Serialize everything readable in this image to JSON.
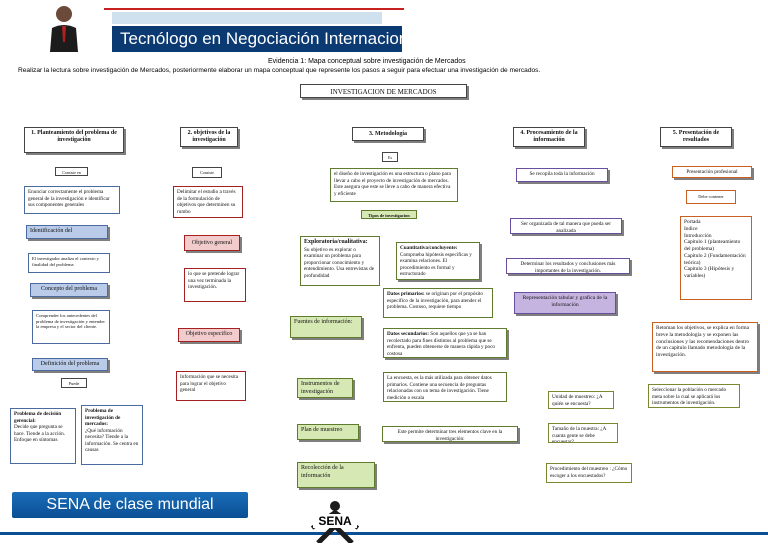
{
  "banner": {
    "title": "Tecnólogo en Negociación Internacional"
  },
  "header": {
    "evidence": "Evidencia 1: Mapa conceptual sobre investigación de Mercados",
    "instruction": "Realizar la lectura sobre investigación de Mercados, posteriormente elaborar un mapa conceptual que represente los pasos a seguir para efectuar una investigación de mercados."
  },
  "map_title": "INVESTIGACION DE MERCADOS",
  "col1": {
    "title": "1. Planteamiento del problema de investigación",
    "small1": "Consiste en",
    "def": "Enunciar correctamente el problema general de la investigación e identificar sus componentes generales",
    "ident": "Identificación del",
    "ident_text": "El investigador analiza el contexto y finalidad del problema",
    "concepto": "Concepto del problema",
    "concepto_text": "Comprender los antecedentes del problema de investigación y entender la empresa y el sector del cliente.",
    "defin": "Definición del problema",
    "small2": "Puede",
    "p1_title": "Problema de decisión gerencial:",
    "p1_text": "Decide que pregunta se hace. Tiende a la acción. Enfoque en síntomas",
    "p2_title": "Problema de investigación de mercados:",
    "p2_text": "¿Qué información necesita? Tiende a la información. Se centra en causas"
  },
  "col2": {
    "title": "2. objetivos de la investigación",
    "small1": "Consiste",
    "def": "Delimitar el estudio a través de la formulación de objetivos que determinen su rumbo",
    "general": "Objetivo general",
    "general_text": "lo que se pretende lograr una vez terminada la investigación.",
    "especifico": "Objetivo especifico",
    "especifico_text": "Información que se necesita para lograr el objetivo general"
  },
  "col3": {
    "title": "3. Metodología",
    "small1": "Es",
    "def": "el diseño de investigación es una estructura o plano para llevar a cabo el proyecto de investigación de mercados. Este asegura que este se lleve a cabo de manera efectiva y eficiente",
    "tipos": "Tipos de investigacion",
    "expl_title": "Exploratoria/cualitativa:",
    "expl_text": "Su objetivo es explorar o examinar un problema para proporcionar conocimiento y entendimiento. Usa entrevistas de profundidad",
    "cuant_title": "Cuantitativa/concluyente:",
    "cuant_text": "Comprueba hipótesis especificas y examina relaciones. El procedimiento es formal y estructurado",
    "fuentes": "Fuentes de información:",
    "prim_title": "Datos primarios:",
    "prim_text": "se originan por el propósito especifico de la investigación, para atender el problema. Costoso, requiere tiempo",
    "sec_title": "Datos secundarios:",
    "sec_text": "Son aquellos que ya se han recolectado para fines distintos al problema que se enfrenta, pueden obtenerse de manera rápida y poco costosa",
    "instr": "Instrumentos de investigación",
    "instr_text": "La encuesta, es la más utilizada para obtener datos primarios. Contiene una secuencia de preguntas relacionadas con un tema de investigación. Tiene medición o escala",
    "plan": "Plan de muestreo",
    "plan_text": "Este permite determinar tres elementos clave en la investigación:",
    "recol": "Recolección de la información"
  },
  "col4": {
    "title": "4. Procesamiento de la información",
    "b1": "Se recopila toda la información",
    "b2": "Ser organizada de tal manera que pueda ser analizada",
    "b3": "Determinar los resultados y conclusiones más importantes de la investigación.",
    "b4": "Representación tabular y grafica de la información",
    "m1": "Unidad de muestreo: ¿A quién se encuesta?",
    "m2": "Tamaño de la muestra: ¿A cuanta gente se debe encuestar?",
    "m3": "Procedimiento del muestreo : ¿Cómo escoger a los encuestados?"
  },
  "col5": {
    "title": "5. Presentación de resultados",
    "b1": "Presentación profesional",
    "b2": "Debe contener",
    "list": "Portada\nIndice\nIntroducción\nCapitulo 1 (planteamiento del problema)\nCapitulo 2 (Fundamentación teórica)\nCapitulo 3 (Hipótesis y variables)",
    "b3": "Retoman los objetivos, se explica en forma breve la metodología y se exponen las conclusiones y las recomendaciones dentro de un capitulo llamado metodología de la investigación.",
    "b4": "Seleccionar la población o mercado meta sobre la cual se aplicará los instrumentos de investigación."
  },
  "footer": {
    "sena_label": "SENA de clase mundial",
    "logo": "SENA"
  },
  "colors": {
    "navy": "#0b3a73",
    "sena_blue": "#0a4f94",
    "green": "#d6e8b4",
    "blue": "#b9cbe8",
    "red": "#f2cccc",
    "purple": "#c6b4e0"
  }
}
